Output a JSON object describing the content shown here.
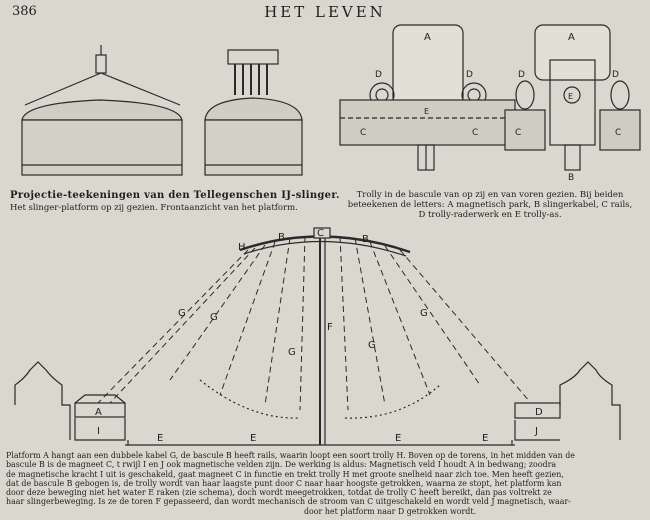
{
  "header": {
    "page_number": "386",
    "title": "HET LEVEN"
  },
  "captions": {
    "left_title": "Projectie-teekeningen van den Tellegenschen IJ-slinger.",
    "left_sub": "Het slinger-platform op zij gezien.  Frontaanzicht van het platform.",
    "right": [
      "Trolly in de bascule van op zij en van voren gezien. Bij beiden",
      "beteekenen de letters: A magnetisch park, B slingerkabel, C rails,",
      "D trolly-raderwerk en E trolly-as."
    ]
  },
  "trolly_labels": {
    "A": "A",
    "B": "B",
    "C": "C",
    "D": "D",
    "E": "E"
  },
  "diagram_labels": {
    "A": "A",
    "B": "B",
    "C": "C",
    "D": "D",
    "E": "E",
    "F": "F",
    "G": "G",
    "H": "H",
    "I": "I",
    "J": "J"
  },
  "body_text": [
    "Platform A hangt aan een dubbele kabel G, de bascule B heeft rails, waarin loopt een soort trolly H. Boven op de torens, in het midden van de",
    "bascule B is de magneet C, t rwijl I en J ook magnetische velden zijn. De werking is aldus: Magnetisch veld I houdt A in bedwang; zoodra",
    "de magnetische kracht I uit is geschakeld, gaat magneet C in functie en trekt trolly H met groote snelheid naar zich toe. Men heeft gezien,",
    "dat de bascule B gebogen is, de trolly wordt van haar laagste punt door C naar haar hoogste getrokken, waarna ze stopt, het platform kan",
    "door deze beweging niet het water E raken (zie schema), doch wordt meegetrokken, totdat de trolly C heeft bereikt, dan pas voltrekt ze",
    "haar slingerbeweging. Is ze de toren F gepasseerd, dan wordt mechanisch de stroom van C uitgeschakeld en wordt veld J magnetisch, waar-",
    "door het platform naar D getrokken wordt."
  ]
}
